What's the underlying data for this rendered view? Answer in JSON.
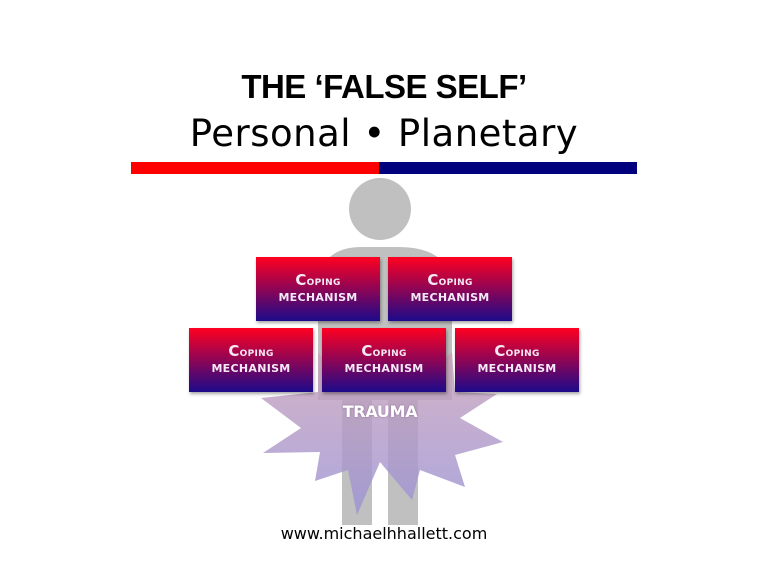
{
  "header": {
    "title": "THE ‘FALSE SELF’",
    "subtitle": "Personal • Planetary"
  },
  "divider": {
    "left_color": "#ff0000",
    "right_color": "#00007f"
  },
  "colors": {
    "figure_gray": "#c0c0c0",
    "box_gradient_top": "#ff0020",
    "box_gradient_bottom": "#1c0a8a",
    "star_top": "#cba2b8",
    "star_bottom": "#9b93d6"
  },
  "coping_boxes": [
    {
      "line1": "Coping",
      "line2": "MECHANISM"
    },
    {
      "line1": "Coping",
      "line2": "MECHANISM"
    },
    {
      "line1": "Coping",
      "line2": "MECHANISM"
    },
    {
      "line1": "Coping",
      "line2": "MECHANISM"
    },
    {
      "line1": "Coping",
      "line2": "MECHANISM"
    }
  ],
  "trauma_label": "TRAUMA",
  "footer": {
    "url": "www.michaelhhallett.com"
  }
}
